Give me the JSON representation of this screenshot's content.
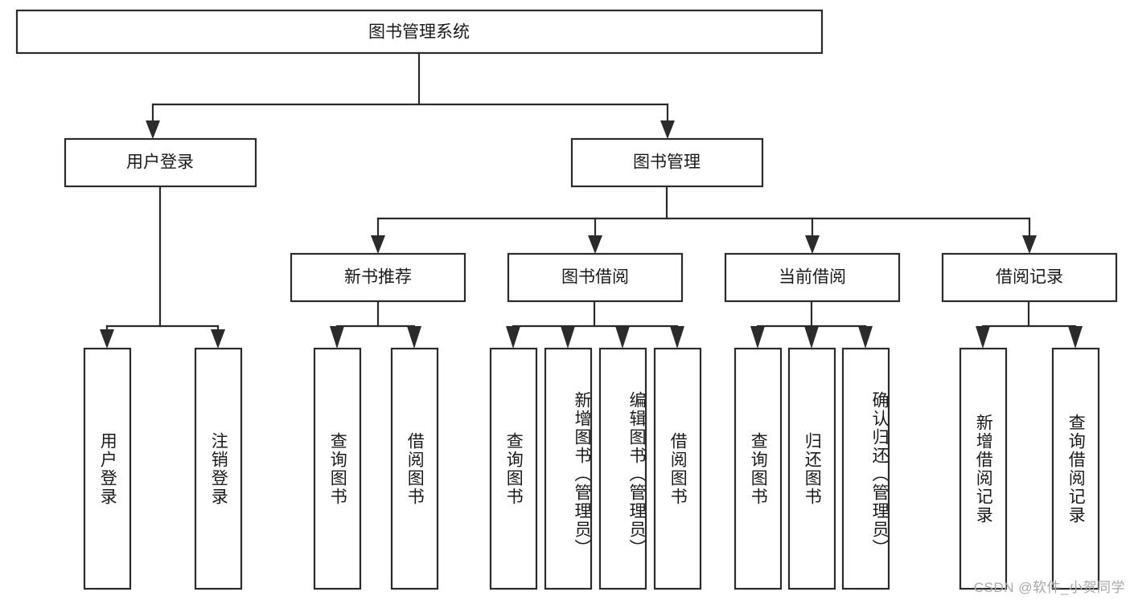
{
  "diagram": {
    "title": "图书管理系统",
    "type": "hierarchy-tree",
    "root": {
      "id": "root",
      "label": "图书管理系统",
      "orientation": "horizontal"
    },
    "level2": [
      {
        "id": "user-login",
        "label": "用户登录",
        "orientation": "horizontal"
      },
      {
        "id": "book-manage",
        "label": "图书管理",
        "orientation": "horizontal"
      }
    ],
    "level3": [
      {
        "id": "new-book-recommend",
        "label": "新书推荐",
        "orientation": "horizontal",
        "parent": "book-manage"
      },
      {
        "id": "book-borrow",
        "label": "图书借阅",
        "orientation": "horizontal",
        "parent": "book-manage"
      },
      {
        "id": "current-borrow",
        "label": "当前借阅",
        "orientation": "horizontal",
        "parent": "book-manage"
      },
      {
        "id": "borrow-record",
        "label": "借阅记录",
        "orientation": "horizontal",
        "parent": "book-manage"
      }
    ],
    "leaves": [
      {
        "id": "leaf-user-login",
        "label": "用户登录",
        "orientation": "vertical",
        "parent": "user-login"
      },
      {
        "id": "leaf-logout-login",
        "label": "注销登录",
        "orientation": "vertical",
        "parent": "user-login"
      },
      {
        "id": "leaf-query-book-1",
        "label": "查询图书",
        "orientation": "vertical",
        "parent": "new-book-recommend"
      },
      {
        "id": "leaf-borrow-book-1",
        "label": "借阅图书",
        "orientation": "vertical",
        "parent": "new-book-recommend"
      },
      {
        "id": "leaf-query-book-2",
        "label": "查询图书",
        "orientation": "vertical",
        "parent": "book-borrow"
      },
      {
        "id": "leaf-add-book",
        "label": "新增图书（管理员）",
        "orientation": "vertical",
        "parent": "book-borrow"
      },
      {
        "id": "leaf-edit-book",
        "label": "编辑图书（管理员）",
        "orientation": "vertical",
        "parent": "book-borrow"
      },
      {
        "id": "leaf-borrow-book-2",
        "label": "借阅图书",
        "orientation": "vertical",
        "parent": "book-borrow"
      },
      {
        "id": "leaf-query-book-3",
        "label": "查询图书",
        "orientation": "vertical",
        "parent": "current-borrow"
      },
      {
        "id": "leaf-return-book",
        "label": "归还图书",
        "orientation": "vertical",
        "parent": "current-borrow"
      },
      {
        "id": "leaf-confirm-return",
        "label": "确认归还（管理员）",
        "orientation": "vertical",
        "parent": "current-borrow"
      },
      {
        "id": "leaf-add-record",
        "label": "新增借阅记录",
        "orientation": "vertical",
        "parent": "borrow-record"
      },
      {
        "id": "leaf-query-record",
        "label": "查询借阅记录",
        "orientation": "vertical",
        "parent": "borrow-record"
      }
    ]
  },
  "watermark": {
    "text": "CSDN @软件_小贺同学"
  },
  "colors": {
    "box_stroke": "#2b2b2b",
    "box_fill": "#ffffff",
    "text": "#1a1a1a",
    "background": "#ffffff",
    "watermark": "#a8a8a8"
  }
}
